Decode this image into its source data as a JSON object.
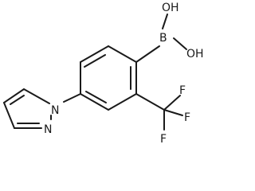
{
  "molecule": {
    "atoms": {
      "b": "B",
      "oh1": "OH",
      "oh2": "OH",
      "f1": "F",
      "f2": "F",
      "f3": "F",
      "n1": "N",
      "n2": "N"
    }
  }
}
